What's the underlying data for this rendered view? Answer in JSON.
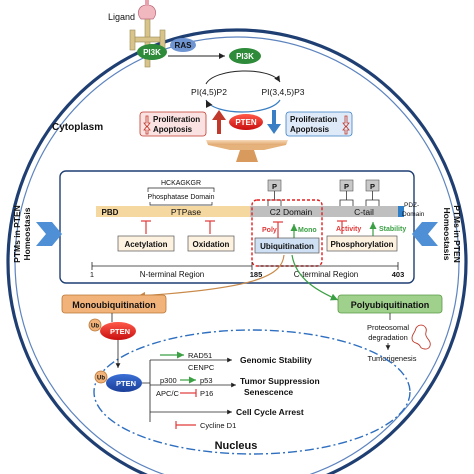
{
  "colors": {
    "cell_edge": "#1f3f73",
    "nucleus_edge": "#2f5a9a",
    "pi3k_green": "#2e8b3a",
    "ras_blue": "#6f94d2",
    "pten_red": "#e02020",
    "arrow_red": "#c0392b",
    "arrow_blue": "#3a7fc4",
    "domain_orange": "#f5d7a0",
    "domain_grey": "#bfbfbf",
    "domain_blue": "#2f7fc8",
    "mono_box": "#f2b37a",
    "poly_box": "#9fd08c",
    "ptm_highlight": "#c7dcf3",
    "ubiquitin_box": "#cfe0f5",
    "inhibit": "#e03a3a",
    "activate_green": "#3aa043",
    "nucleus_ellipse": "#2f6fc0",
    "side_chevron": "#4f8fd6"
  },
  "membrane": {
    "ligand": "Ligand",
    "ras": "RAS",
    "pi3k_bound": "PI3K",
    "pi3k_free": "PI3K",
    "pip2": "PI(4,5)P2",
    "pip3": "PI(3,4,5)P3"
  },
  "cytoplasm": {
    "label": "Cytoplasm",
    "left_box": [
      "Proliferation",
      "Apoptosis"
    ],
    "right_box": [
      "Proliferation",
      "Apoptosis"
    ],
    "pten": "PTEN"
  },
  "domains": {
    "hckagkgr": "HCKAGKGR",
    "phosphatase": "Phosphatase Domain",
    "p_label": "P",
    "pbd": "PBD",
    "ptpase": "PTPase",
    "c2": "C2 Domain",
    "ctail": "C-tail",
    "pdz": [
      "PDZ-",
      "Domain"
    ],
    "acetylation": "Acetylation",
    "oxidation": "Oxidation",
    "ubiquitination": "Ubiquitination",
    "phosphorylation": "Phosphorylation",
    "poly": "Poly",
    "mono": "Mono",
    "activity": "Activity",
    "stability": "Stability",
    "pos_start": "1",
    "n_region": "N-terminal Region",
    "pos_mid": "185",
    "c_region": "C-terminal Region",
    "pos_end": "403"
  },
  "side": {
    "left": [
      "PTMs in PTEN",
      "Homeostasis"
    ],
    "right": [
      "PTMs in PTEN",
      "Homeostasis"
    ]
  },
  "ubiquitination": {
    "mono": "Monoubiquitination",
    "poly": "Polyubiquitination",
    "ub": "Ub",
    "pten": "PTEN",
    "proteosomal": [
      "Proteosomal",
      "degradation"
    ],
    "tumorigenesis": "Tumorigenesis"
  },
  "nucleus": {
    "label": "Nucleus",
    "ub": "Ub",
    "pten": "PTEN",
    "rad51": "RAD51",
    "cenpc": "CENPC",
    "genomic": "Genomic Stability",
    "p300": "p300",
    "p53": "p53",
    "apcc": "APC/C",
    "p16": "P16",
    "tumor_supp": [
      "Tumor Suppression",
      "Senescence"
    ],
    "cell_cycle": "Cell Cycle Arrest",
    "cyclin": "Cycline D1"
  }
}
